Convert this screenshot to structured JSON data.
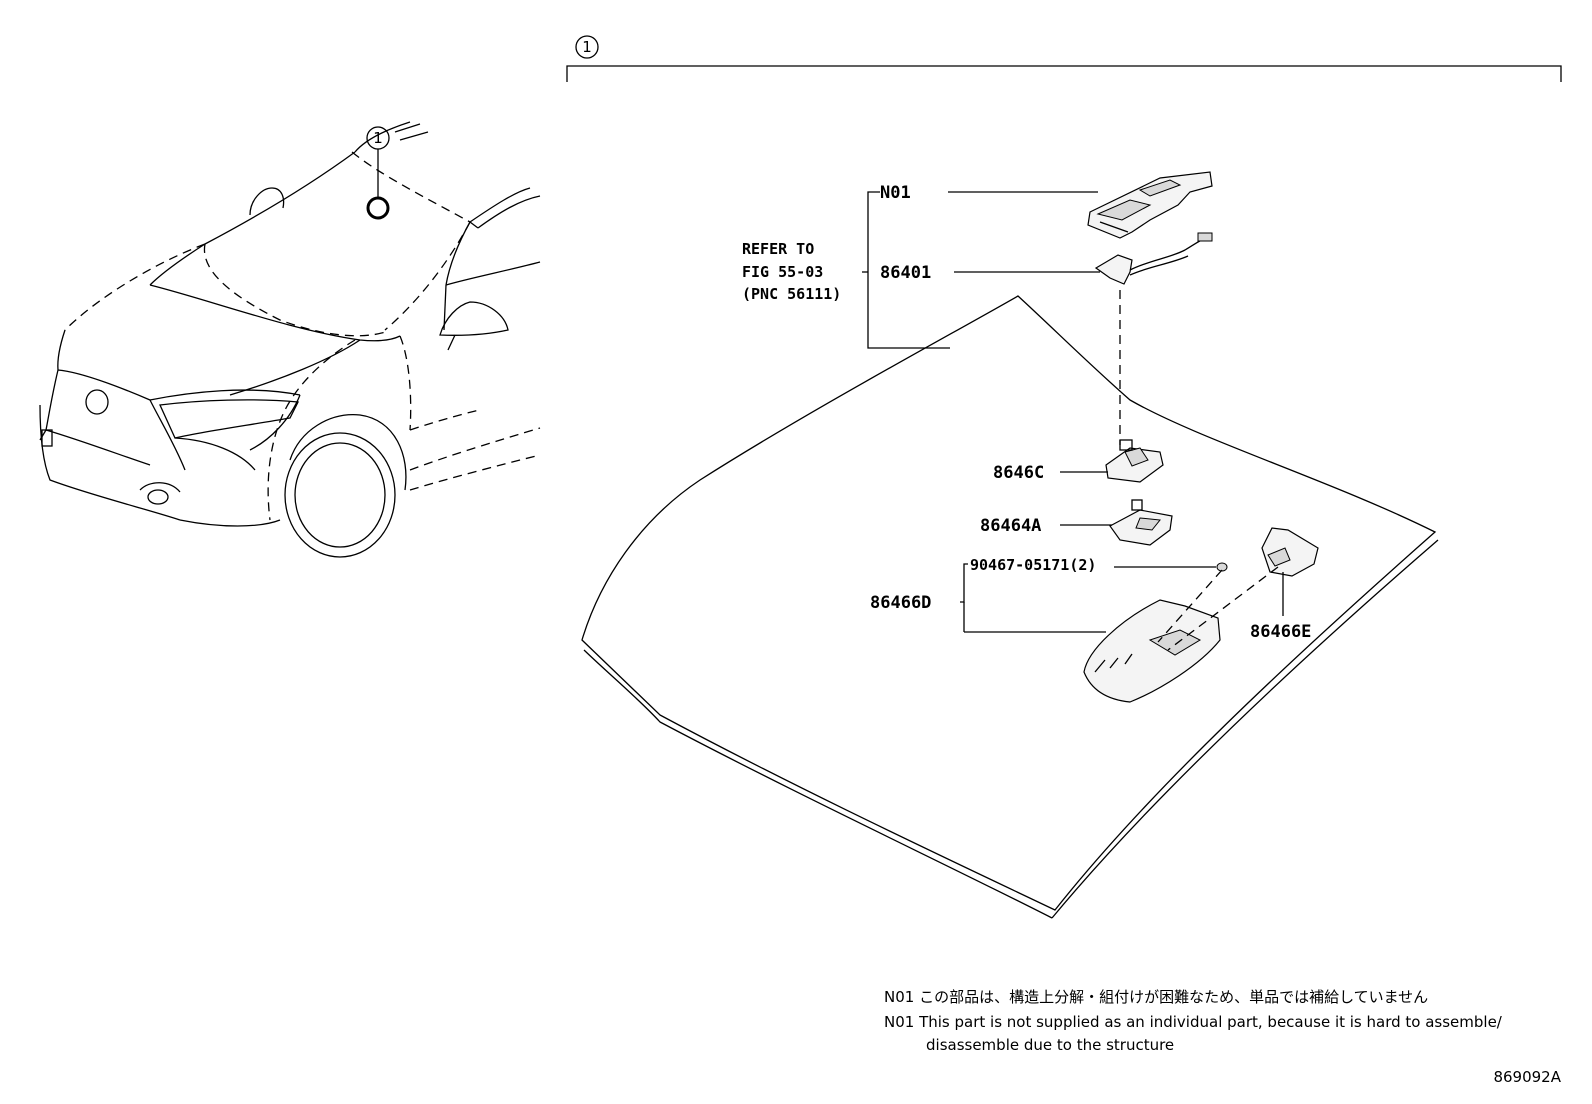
{
  "callouts": {
    "item_number": "1"
  },
  "refer": {
    "line1": "REFER TO",
    "line2": "FIG 55-03",
    "line3": "(PNC 56111)"
  },
  "parts": {
    "n01": "N01",
    "p86401": "86401",
    "p86646c": "8646C",
    "p86464a": "86464A",
    "p90467": "90467-05171(2)",
    "p86466d": "86466D",
    "p86466e": "86466E"
  },
  "notes": {
    "jp": "N01 この部品は、構造上分解・組付けが困難なため、単品では補給していません",
    "en_line1": "N01 This part is not supplied as an individual part, because it is hard to assemble/",
    "en_line2": "disassemble due to the structure"
  },
  "figure_code": "869092A"
}
